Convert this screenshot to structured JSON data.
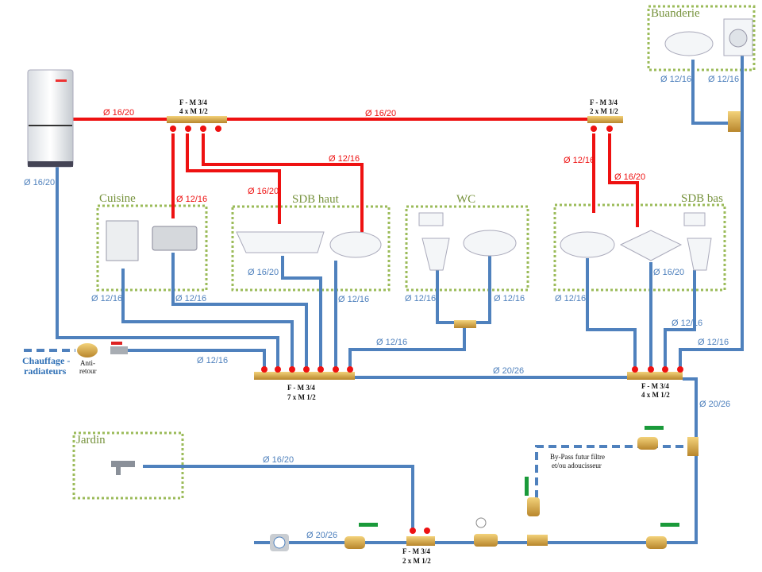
{
  "zones": {
    "cuisine": "Cuisine",
    "sdb_haut": "SDB haut",
    "wc": "WC",
    "sdb_bas": "SDB bas",
    "buanderie": "Buanderie",
    "jardin": "Jardin"
  },
  "manifolds": {
    "hot_main": {
      "line1": "F - M 3/4",
      "line2": "4 x M 1/2"
    },
    "hot_right": {
      "line1": "F - M 3/4",
      "line2": "2 x M 1/2"
    },
    "cold_main": {
      "line1": "F - M 3/4",
      "line2": "7 x M 1/2"
    },
    "cold_right": {
      "line1": "F - M 3/4",
      "line2": "4 x M 1/2"
    },
    "supply": {
      "line1": "F - M 3/4",
      "line2": "2 x M 1/2"
    }
  },
  "hot_labels": [
    "Ø 16/20",
    "Ø 16/20",
    "Ø 12/16",
    "Ø 16/20",
    "Ø 12/16",
    "Ø 12/16",
    "Ø 16/20"
  ],
  "cold_labels": {
    "boiler_feed": "Ø 16/20",
    "dishwasher": "Ø 12/16",
    "kitchen_sink": "Ø 12/16",
    "bath": "Ø 16/20",
    "sdb_haut_basin": "Ø 12/16",
    "wc_toilet": "Ø 12/16",
    "wc_basin": "Ø 12/16",
    "wc_feed": "Ø 12/16",
    "heating_feed": "Ø 12/16",
    "main_link": "Ø 20/26",
    "sdb_bas_basin": "Ø 12/16",
    "shower": "Ø 16/20",
    "sdb_bas_toilet": "Ø 12/16",
    "buanderie_feed": "Ø 12/16",
    "buanderie_basin": "Ø 12/16",
    "washing_machine": "Ø 12/16",
    "riser": "Ø 20/26",
    "garden": "Ø 16/20",
    "meter_out": "Ø 20/26"
  },
  "heating": {
    "line1": "Chauffage -",
    "line2": "radiateurs"
  },
  "check_valve": {
    "line1": "Anti-",
    "line2": "retour"
  },
  "bypass": {
    "line1": "By-Pass futur filtre",
    "line2": "et/ou adoucisseur"
  },
  "colors": {
    "hot": "#ee1111",
    "cold": "#4f81bd",
    "zone": "#9bbb59",
    "brass": "#d4a84a"
  }
}
